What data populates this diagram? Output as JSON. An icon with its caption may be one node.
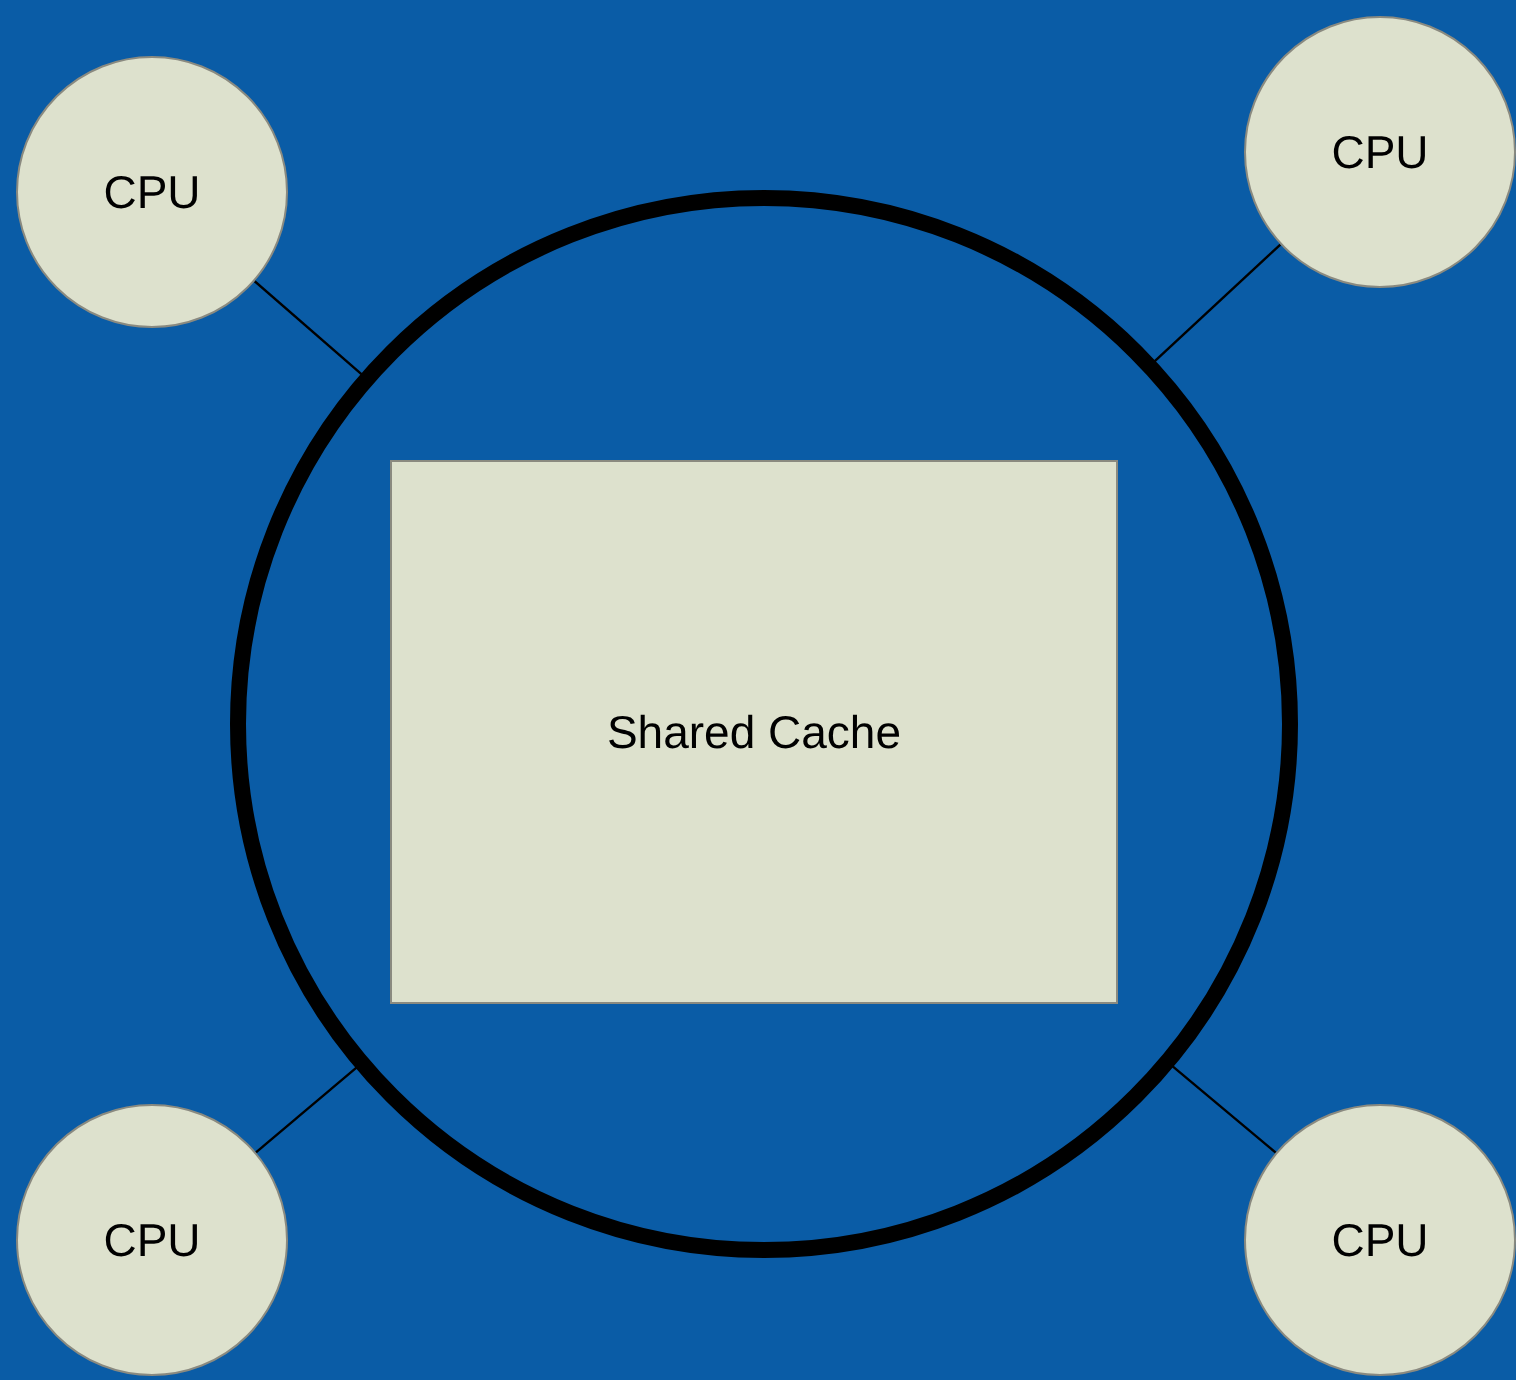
{
  "diagram": {
    "nodes": [
      {
        "text": [
          "CPU"
        ]
      },
      {
        "text": [
          "CPU"
        ]
      },
      {
        "text": [],
        "shape": "circle"
      },
      {
        "text": [
          "Shared Cache"
        ],
        "in": 2
      },
      {
        "text": [
          "CPU"
        ]
      },
      {
        "text": [
          "CPU"
        ]
      }
    ],
    "edges": [
      {
        "from": 0,
        "to": 2,
        "arrow": "none"
      },
      {
        "from": 1,
        "to": 2,
        "arrow": "none"
      },
      {
        "from": 4,
        "to": 2,
        "arrow": "none"
      },
      {
        "from": 5,
        "to": 2,
        "arrow": "none"
      }
    ]
  }
}
